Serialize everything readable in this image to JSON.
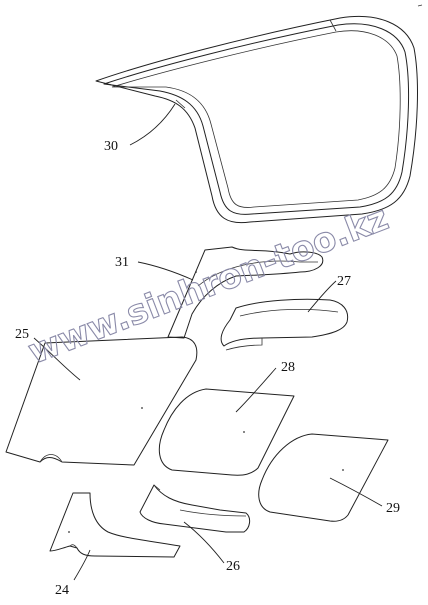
{
  "labels": {
    "l24": "24",
    "l25": "25",
    "l26": "26",
    "l27": "27",
    "l28": "28",
    "l29": "29",
    "l30": "30",
    "l31": "31"
  },
  "watermark": {
    "text": "www.sinhron-too.kz",
    "color": "#8a8aa8"
  },
  "colors": {
    "line": "#222222",
    "background": "#ffffff"
  }
}
